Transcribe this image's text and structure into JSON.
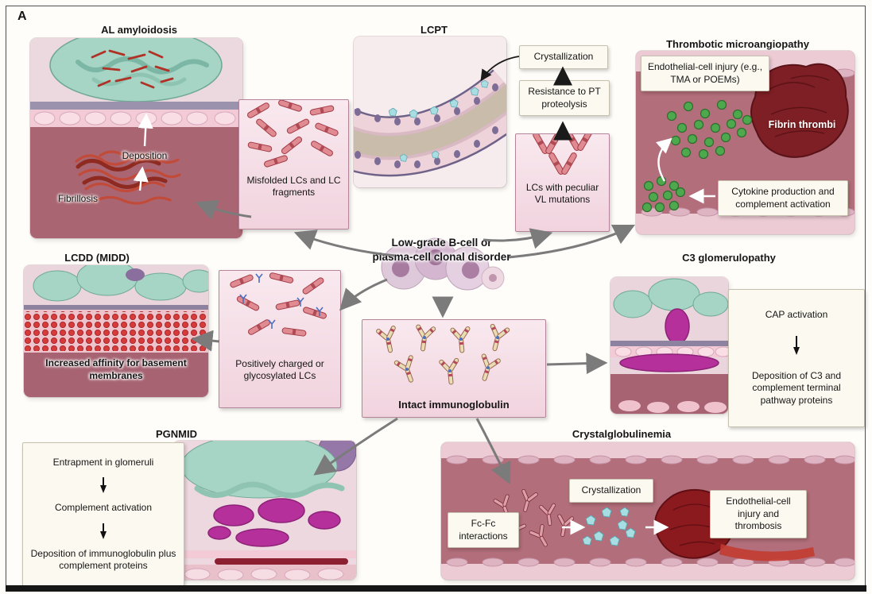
{
  "figure_label": "A",
  "hub": {
    "disorder_label": "Low-grade B-cell or plasma-cell clonal disorder",
    "immunoglobulin_label": "Intact immunoglobulin"
  },
  "al": {
    "title": "AL amyloidosis",
    "deposition": "Deposition",
    "fibrillosis": "Fibrillosis",
    "box": "Misfolded LCs and LC fragments"
  },
  "lcpt": {
    "title": "LCPT",
    "crystallization": "Crystallization",
    "resistance": "Resistance to PT proteolysis",
    "box": "LCs with peculiar VL mutations"
  },
  "tma": {
    "title": "Thrombotic microangiopathy",
    "injury": "Endothelial-cell injury (e.g., TMA or POEMs)",
    "fibrin": "Fibrin thrombi",
    "cytokine": "Cytokine production and complement activation"
  },
  "lcdd": {
    "title": "LCDD (MIDD)",
    "affinity": "Increased affinity for basement membranes",
    "box": "Positively charged or glycosylated LCs"
  },
  "c3g": {
    "title": "C3 glomerulopathy",
    "cap": "CAP activation",
    "deposition": "Deposition of C3 and complement terminal pathway proteins"
  },
  "pgnmid": {
    "title": "PGNMID",
    "step1": "Entrapment in glomeruli",
    "step2": "Complement activation",
    "step3": "Deposition of immunoglobulin plus complement proteins"
  },
  "cryo": {
    "title": "Crystalglobulinemia",
    "fcfc": "Fc-Fc interactions",
    "crystallization": "Crystallization",
    "injury": "Endothelial-cell injury and thrombosis"
  },
  "palette": {
    "tissue_rose": "#a96672",
    "tissue_pink": "#eccbd5",
    "glomerulus_teal": "#a6d5c5",
    "deposit_magenta": "#b5309b",
    "fibril_red": "#c24a38",
    "crystal_cyan": "#a8dde2",
    "thrombus_dark_red": "#7d1f24",
    "cytokine_green": "#4ea84e",
    "arrow_gray": "#7b7b7b"
  }
}
